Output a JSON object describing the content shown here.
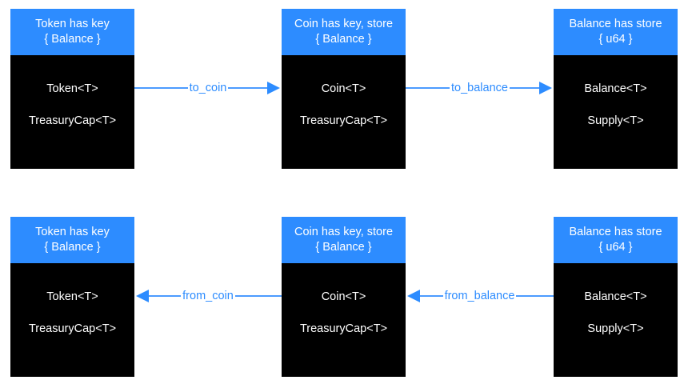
{
  "diagram": {
    "title": "Token / Coin / Balance conversion diagram",
    "colors": {
      "accent": "#2d8cff",
      "node_body": "#000000",
      "node_text": "#ffffff",
      "background": "#ffffff"
    },
    "rows": [
      {
        "id": "forward-row",
        "nodes": [
          {
            "id": "token-forward",
            "header_line1": "Token has key",
            "header_line2": "{ Balance }",
            "body_line1": "Token<T>",
            "body_line2": "TreasuryCap<T>"
          },
          {
            "id": "coin-forward",
            "header_line1": "Coin has key, store",
            "header_line2": "{ Balance }",
            "body_line1": "Coin<T>",
            "body_line2": "TreasuryCap<T>"
          },
          {
            "id": "balance-forward",
            "header_line1": "Balance has store",
            "header_line2": "{ u64 }",
            "body_line1": "Balance<T>",
            "body_line2": "Supply<T>"
          }
        ],
        "edges": [
          {
            "id": "to-coin",
            "label": "to_coin",
            "direction": "right"
          },
          {
            "id": "to-balance",
            "label": "to_balance",
            "direction": "right"
          }
        ]
      },
      {
        "id": "reverse-row",
        "nodes": [
          {
            "id": "token-reverse",
            "header_line1": "Token has key",
            "header_line2": "{ Balance }",
            "body_line1": "Token<T>",
            "body_line2": "TreasuryCap<T>"
          },
          {
            "id": "coin-reverse",
            "header_line1": "Coin has key, store",
            "header_line2": "{ Balance }",
            "body_line1": "Coin<T>",
            "body_line2": "TreasuryCap<T>"
          },
          {
            "id": "balance-reverse",
            "header_line1": "Balance has store",
            "header_line2": "{ u64 }",
            "body_line1": "Balance<T>",
            "body_line2": "Supply<T>"
          }
        ],
        "edges": [
          {
            "id": "from-coin",
            "label": "from_coin",
            "direction": "left"
          },
          {
            "id": "from-balance",
            "label": "from_balance",
            "direction": "left"
          }
        ]
      }
    ]
  }
}
